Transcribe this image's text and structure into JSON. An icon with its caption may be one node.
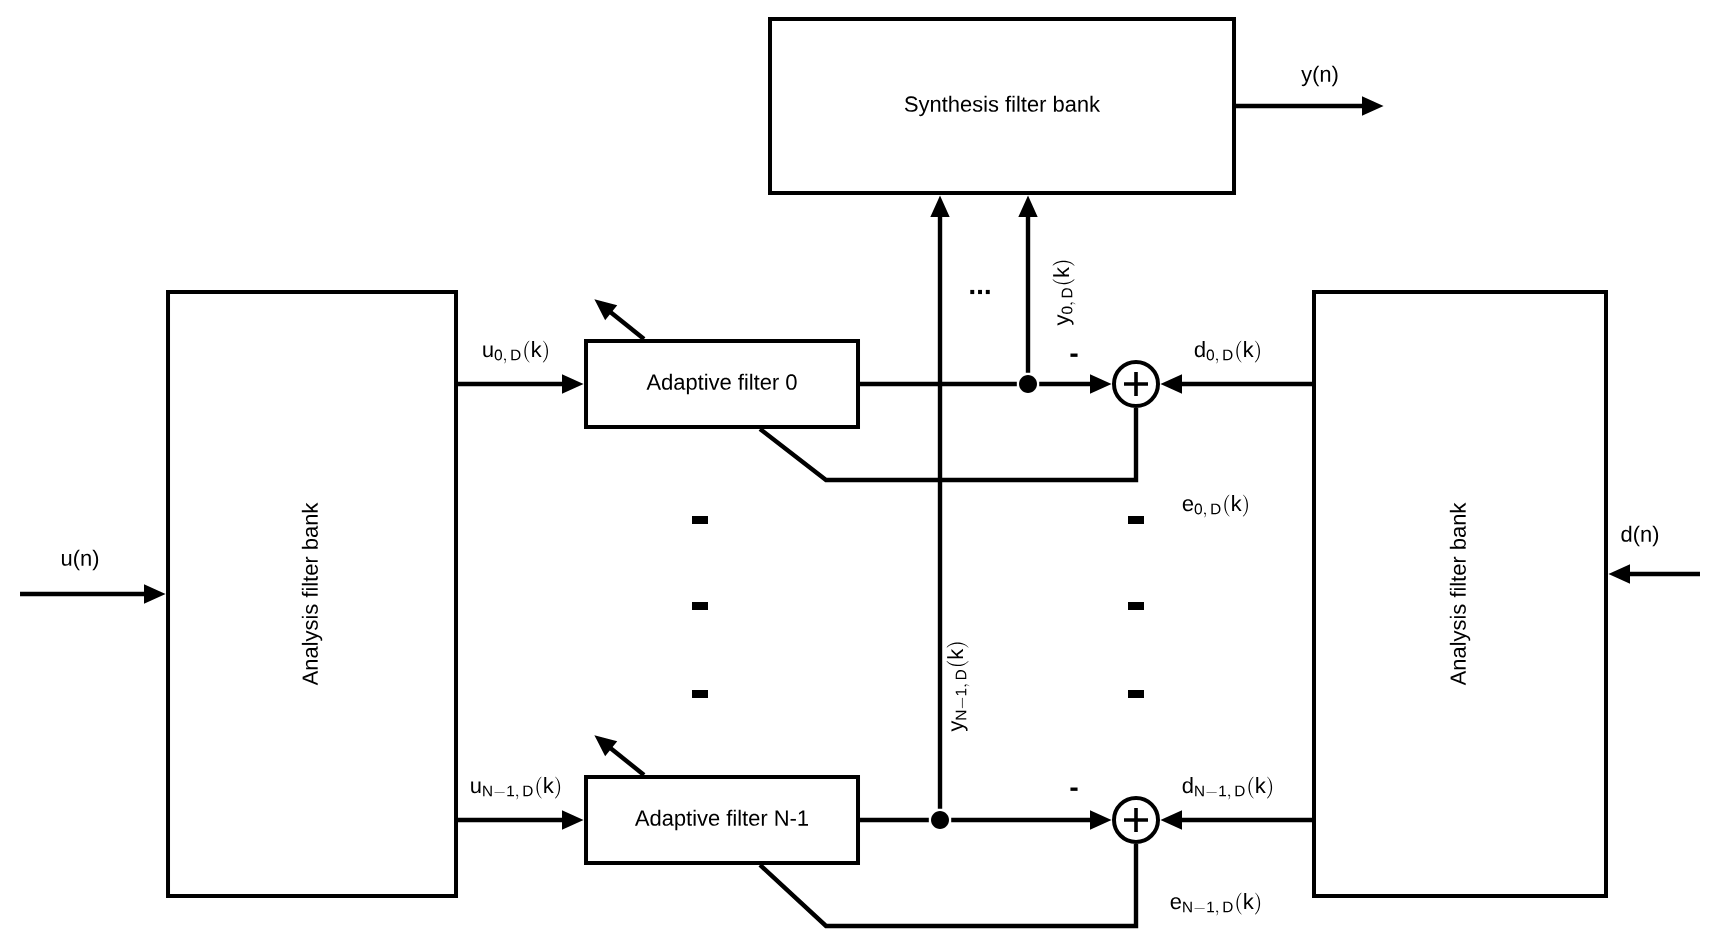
{
  "diagram": {
    "nodes": [
      {
        "text": [
          "Synthesis filter bank"
        ]
      },
      {
        "text": [
          "Analysis filter bank"
        ]
      },
      {
        "text": [
          "Adaptive filter 0"
        ]
      },
      {
        "text": [
          "Adaptive filter N-1"
        ]
      },
      {
        "text": [],
        "shape": "circle"
      },
      {
        "text": [],
        "shape": "circle"
      },
      {
        "text": [
          "Analysis filter bank"
        ]
      },
      {
        "text": [],
        "shape": "circle"
      },
      {
        "text": [],
        "shape": "circle"
      }
    ],
    "edges": [
      {
        "from": null,
        "to": 1,
        "arrow": "to",
        "label": "u(n)"
      },
      {
        "from": 1,
        "to": 2,
        "arrow": "to",
        "label": "\\mathrm{u_{0,\\,D}(k)}"
      },
      {
        "from": 1,
        "to": 3,
        "arrow": "to",
        "label": "\\mathrm{u_{N-1,\\,D}(k)}"
      },
      {
        "from": 2,
        "to": 7,
        "arrow": "none"
      },
      {
        "from": 7,
        "to": 4,
        "arrow": "to"
      },
      {
        "from": 7,
        "to": 0,
        "arrow": "to",
        "label": "\\mathrm{y_{0,\\,D}(k)}"
      },
      {
        "from": 3,
        "to": 8,
        "arrow": "none"
      },
      {
        "from": 8,
        "to": 5,
        "arrow": "to"
      },
      {
        "from": 8,
        "to": 0,
        "arrow": "to",
        "label": "\\mathrm{y_{N-1,\\,D}(k)}"
      },
      {
        "from": 6,
        "to": 4,
        "arrow": "to",
        "label": "\\mathrm{d_{0,\\,D}(k)}"
      },
      {
        "from": 6,
        "to": 5,
        "arrow": "to",
        "label": "\\mathrm{d_{N-1,\\,D}(k)}"
      },
      {
        "from": 4,
        "to": 2,
        "arrow": "none",
        "label": "\\mathrm{e_{0,\\,D}(k)}"
      },
      {
        "from": 5,
        "to": 3,
        "arrow": "none",
        "label": "\\mathrm{e_{N-1,\\,D}(k)}"
      },
      {
        "from": 0,
        "to": null,
        "arrow": "to",
        "label": "y(n)"
      },
      {
        "from": null,
        "to": 6,
        "arrow": "to",
        "label": "d(n)"
      },
      {
        "from": 2,
        "to": null,
        "arrow": "to"
      },
      {
        "from": 3,
        "to": null,
        "arrow": "to"
      }
    ],
    "labels": [
      "...",
      "-",
      "-"
    ]
  }
}
